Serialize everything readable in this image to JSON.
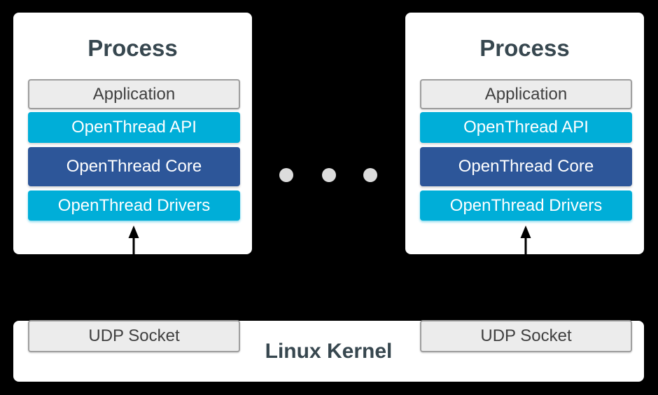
{
  "diagram": {
    "processes": [
      {
        "title": "Process",
        "layers": [
          {
            "type": "application",
            "label": "Application"
          },
          {
            "type": "api",
            "label": "OpenThread API"
          },
          {
            "type": "core",
            "label": "OpenThread Core"
          },
          {
            "type": "drivers",
            "label": "OpenThread Drivers"
          }
        ]
      },
      {
        "title": "Process",
        "layers": [
          {
            "type": "application",
            "label": "Application"
          },
          {
            "type": "api",
            "label": "OpenThread API"
          },
          {
            "type": "core",
            "label": "OpenThread Core"
          },
          {
            "type": "drivers",
            "label": "OpenThread Drivers"
          }
        ]
      }
    ],
    "ellipsis_dot_count": 3,
    "kernel": {
      "label": "Linux Kernel",
      "sockets": [
        {
          "label": "UDP Socket"
        },
        {
          "label": "UDP Socket"
        }
      ]
    },
    "colors": {
      "background": "#000000",
      "card": "#ffffff",
      "layer_cyan": "#00aed8",
      "layer_core_blue": "#2d5699",
      "gray_box_fill": "#ececec",
      "gray_box_border": "#9e9e9e",
      "heading_text": "#37474f",
      "dot": "#dcdcdc",
      "arrow": "#000000"
    }
  }
}
